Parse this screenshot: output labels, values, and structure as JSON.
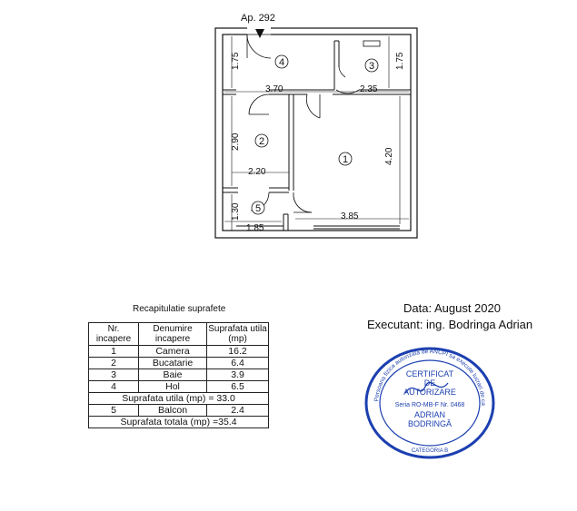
{
  "plan": {
    "apartment": "Ap. 292",
    "dims": {
      "d175_left": "1.75",
      "d175_right": "1.75",
      "d370": "3.70",
      "d235": "2.35",
      "d290": "2.90",
      "d420": "4.20",
      "d220": "2.20",
      "d130": "1.30",
      "d185": "1.85",
      "d385": "3.85"
    },
    "rooms": [
      "1",
      "2",
      "3",
      "4",
      "5"
    ]
  },
  "recap": {
    "title": "Recapitulatie suprafete",
    "headers": [
      "Nr. incapere",
      "Denumire incapere",
      "Suprafata utila (mp)"
    ],
    "rows": [
      {
        "nr": "1",
        "name": "Camera",
        "area": "16.2"
      },
      {
        "nr": "2",
        "name": "Bucatarie",
        "area": "6.4"
      },
      {
        "nr": "3",
        "name": "Baie",
        "area": "3.9"
      },
      {
        "nr": "4",
        "name": "Hol",
        "area": "6.5"
      }
    ],
    "total_utila": "Suprafata utila (mp) = 33.0",
    "balcon": {
      "nr": "5",
      "name": "Balcon",
      "area": "2.4"
    },
    "total": "Suprafata totala (mp) =35.4"
  },
  "info": {
    "date": "Data: August 2020",
    "executant": "Executant: ing. Bodringa  Adrian"
  },
  "stamp": {
    "outer_text": "Persoana fizica autorizata de ANCPI sa execute lucrari de cadastru, geodezie si cartografie",
    "line1": "CERTIFICAT",
    "line2": "DE",
    "line3": "AUTORIZARE",
    "series": "Seria RO-MB-F  Nr. 0468",
    "name1": "ADRIAN",
    "name2": "BODRINGĂ",
    "category": "CATEGORIA B",
    "color": "#1c3fb0"
  }
}
